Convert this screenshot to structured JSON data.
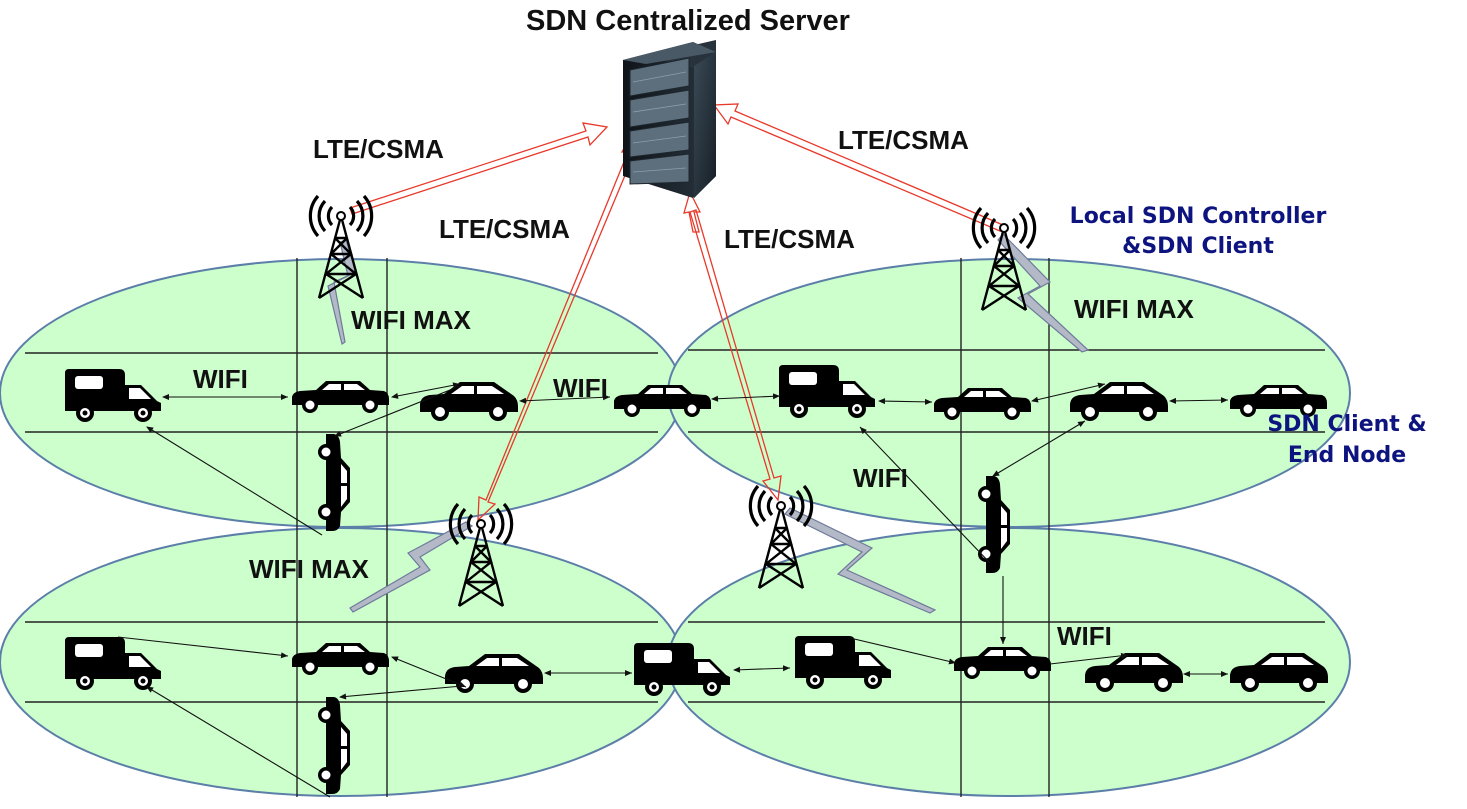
{
  "title": "SDN Centralized Server",
  "labels": {
    "lte_upper_left": "LTE/CSMA",
    "lte_upper_right": "LTE/CSMA",
    "lte_mid_left": "LTE/CSMA",
    "lte_mid_right": "LTE/CSMA",
    "local_controller_line1": "Local SDN Controller",
    "local_controller_line2": "&SDN Client",
    "sdn_client_line1": "SDN Client &",
    "sdn_client_line2": "End Node",
    "wifi_max_top_left": "WIFI MAX",
    "wifi_max_top_right": "WIFI MAX",
    "wifi_max_bottom_left": "WIFI MAX",
    "wifi_top_left_a": "WIFI",
    "wifi_top_left_b": "WIFI",
    "wifi_right_middle": "WIFI",
    "wifi_bottom_right": "WIFI"
  },
  "colors": {
    "cluster_fill": "#ccffcc",
    "cluster_stroke": "#5b7fa8",
    "lte_link": "#e8392b",
    "wifi_bolt": "#b4b9c8",
    "annotation_blue": "#0d1480"
  },
  "icons": [
    "server-icon",
    "cell-tower-icon",
    "truck-icon",
    "car-icon",
    "hatchback-icon",
    "lightning-bolt-icon"
  ]
}
